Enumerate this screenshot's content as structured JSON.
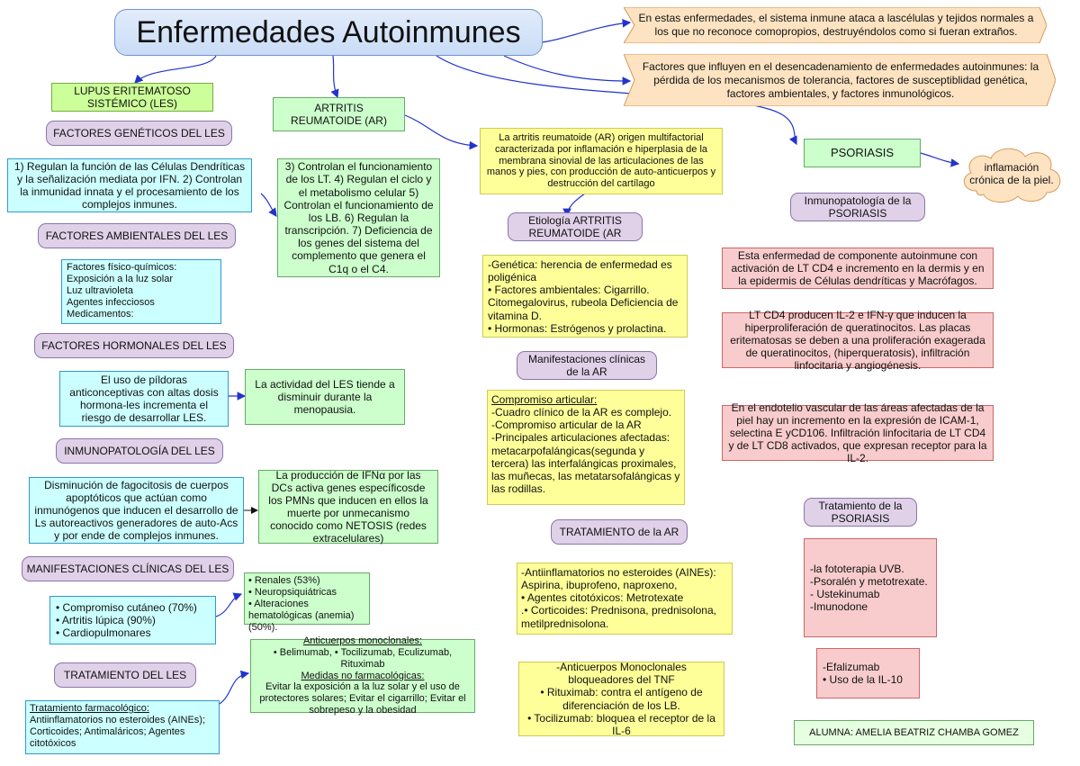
{
  "title": "Enfermedades Autoinmunes",
  "colors": {
    "title_fill": "#c9dcf6",
    "callout_fill": "#fde3c2",
    "green_fill": "#ccffcc",
    "lime_fill": "#ccff99",
    "cyan_fill": "#ccffff",
    "lilac_fill": "#e0d0e8",
    "yellow_fill": "#ffff99",
    "pink_fill": "#f8cccc",
    "connector": "#2233cc"
  },
  "callouts": {
    "definition": "En estas enfermedades, el sistema inmune ataca a lascélulas y tejidos normales a los que no reconoce comopropios, destruyéndolos como si fueran extraños.",
    "factors": "Factores que influyen en el desencadenamiento de enfermedades autoinmunes: la pérdida de los mecanismos de tolerancia, factores de susceptiblidad genética, factores ambientales, y factores inmunológicos."
  },
  "les": {
    "title": "LUPUS ERITEMATOSO SISTÉMICO (LES)",
    "genetic_header": "FACTORES GENÉTICOS DEL LES",
    "genetic_text": "1) Regulan la función de las Células Dendríticas y la señalización mediata por IFN. 2) Controlan la inmunidad innata y el procesamiento de los complejos inmunes.",
    "genetic_extra": "3) Controlan el funcionamiento de los LT. 4) Regulan el ciclo y el metabolismo celular 5) Controlan el funcionamiento de los LB. 6) Regulan la transcripción. 7) Deficiencia de los genes del sistema del complemento que genera el C1q o el C4.",
    "env_header": "FACTORES AMBIENTALES DEL LES",
    "env_items": [
      "Factores físico-químicos:",
      "Exposición a la luz solar",
      "Luz ultravioleta",
      "Agentes infecciosos",
      "Medicamentos:"
    ],
    "horm_header": "FACTORES HORMONALES DEL LES",
    "horm_text": "El uso de píldoras anticonceptivas con altas dosis hormona-les incrementa el riesgo de desarrollar LES.",
    "horm_extra": "La actividad del LES tiende a disminuir durante la menopausia.",
    "immuno_header": "INMUNOPATOLOGÍA DEL LES",
    "immuno_text": "Disminución de fagocitosis de cuerpos apoptóticos que actúan como inmunógenos que inducen el desarrollo de Ls autoreactivos generadores de auto-Acs y por ende de complejos inmunes.",
    "immuno_extra": "La producción de IFNα por las DCs activa genes específicosde los PMNs que inducen en ellos la muerte por unmecanismo conocido como NETOSIS (redes extracelulares)",
    "manif_header": "MANIFESTACIONES CLÍNICAS DEL LES",
    "manif_items": [
      "• Compromiso cutáneo (70%)",
      "• Artritis lúpica (90%)",
      "• Cardiopulmonares"
    ],
    "manif_extra": [
      "• Renales (53%)",
      "• Neuropsiquiátricas",
      "• Alteraciones hematológicas (anemia) (50%)."
    ],
    "treat_header": "TRATAMIENTO DEL LES",
    "treat_title": "Tratamiento farmacológico:",
    "treat_text": "Antiinflamatorios no esteroides (AINEs); Corticoides; Antimaláricos; Agentes citotóxicos",
    "treat_extra_title1": "Anticuerpos monoclonales:",
    "treat_extra_text1": "• Belimumab, • Tocilizumab, Eculizumab, Rituximab",
    "treat_extra_title2": "Medidas no farmacológicas:",
    "treat_extra_text2": "Evitar la exposición a la luz solar y el uso de protectores solares; Evitar el cigarrillo; Evitar el sobrepeso y la obesidad"
  },
  "ar": {
    "title": "ARTRITIS REUMATOIDE (AR)",
    "definition": "La artritis reumatoide (AR) origen multifactorial caracterizada por inflamación e hiperplasia de la membrana sinovial de las articulaciones de las manos y pies, con producción de auto-anticuerpos y destrucción del cartílago",
    "etio_header": "Etiología ARTRITIS REUMATOIDE (AR",
    "etio_items": [
      "-Genética: herencia de enfermedad es poligénica",
      "• Factores ambientales: Cigarrillo. Citomegalovirus, rubeola Deficiencia de vitamina D.",
      "• Hormonas: Estrógenos y prolactina."
    ],
    "manif_header": "Manifestaciones clínicas de la AR",
    "manif_title": "Compromiso articular:",
    "manif_items": [
      "-Cuadro clínico de la AR es complejo.",
      "-Compromiso articular de la AR",
      "-Principales articulaciones afectadas: metacarpofalángicas(segunda y tercera) las interfalángicas proximales, las muñecas, las metatarsofalángicas y las rodillas."
    ],
    "treat_header": "TRATAMIENTO de la AR",
    "treat_items": [
      "-Antiinflamatorios no esteroides (AINEs): Aspirina, ibuprofeno, naproxeno,",
      "• Agentes citotóxicos: Metrotexate",
      ".• Corticoides: Prednisona, prednisolona, metilprednisolona."
    ],
    "treat_extra": [
      "-Anticuerpos Monoclonales bloqueadores del TNF",
      "• Rituximab: contra el antígeno de diferenciación de los LB.",
      "• Tocilizumab: bloquea el receptor de la IL-6"
    ]
  },
  "psoriasis": {
    "title": "PSORIASIS",
    "cloud": "inflamación crónica de la piel.",
    "immuno_header": "Inmunopatología de la PSORIASIS",
    "box1": "Esta enfermedad de componente autoinmune con activación de LT CD4 e incremento en la dermis y en la epidermis de Células dendríticas y Macrófagos.",
    "box2": "LT CD4 producen IL-2 e IFN-γ que inducen la hiperproliferación de queratinocitos. Las placas eritematosas se deben a una proliferación exagerada de queratinocitos, (hiperqueratosis), infiltración linfocitaria y angiogénesis.",
    "box3": "En el endotelio vascular de las áreas afectadas de la piel hay un incremento en la expresión de ICAM-1, selectina E yCD106. Infiltración linfocitaria de LT CD4 y de LT CD8 activados, que expresan receptor para la IL-2.",
    "treat_header": "Tratamiento de la PSORIASIS",
    "treat_items": [
      "-la fototerapia UVB.",
      "-Psoralén y metotrexate.",
      "- Ustekinumab",
      "-Imunodone"
    ],
    "treat_extra": [
      "-Efalizumab",
      "• Uso de la IL-10"
    ]
  },
  "author": "ALUMNA: AMELIA BEATRIZ CHAMBA GOMEZ"
}
